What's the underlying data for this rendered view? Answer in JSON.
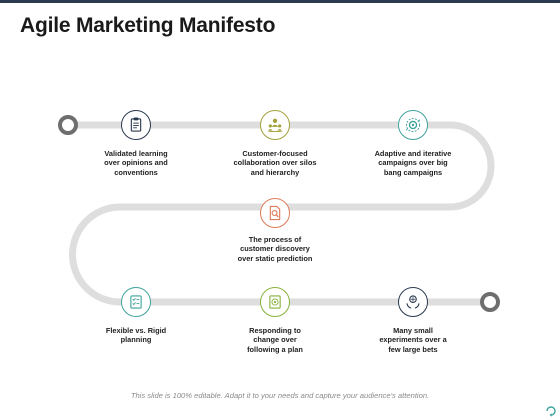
{
  "title": "Agile Marketing Manifesto",
  "colors": {
    "path": "#dedede",
    "endpoint": "#6e6e6e",
    "accent_navy": "#2a3a4f",
    "accent_olive": "#a3a03a",
    "accent_teal": "#3fa39d",
    "accent_coral": "#e07b5a",
    "accent_green": "#87b23a"
  },
  "steps": [
    {
      "icon": "clipboard-icon",
      "accent": "#2a3a4f",
      "lines": [
        "Validated learning",
        "over opinions and",
        "conventions"
      ]
    },
    {
      "icon": "team-icon",
      "accent": "#a3a03a",
      "lines": [
        "Customer-focused",
        "collaboration over silos",
        "and hierarchy"
      ]
    },
    {
      "icon": "gear-cycle-icon",
      "accent": "#3fa39d",
      "lines": [
        "Adaptive and iterative",
        "campaigns over big",
        "bang campaigns"
      ]
    },
    {
      "icon": "document-search-icon",
      "accent": "#e07b5a",
      "lines": [
        "The process  of",
        "customer discovery",
        "over static prediction"
      ]
    },
    {
      "icon": "checklist-icon",
      "accent": "#3fa39d",
      "lines": [
        "Flexible vs. Rigid",
        "planning"
      ]
    },
    {
      "icon": "target-doc-icon",
      "accent": "#87b23a",
      "lines": [
        "Responding to",
        "change over",
        "following a plan"
      ]
    },
    {
      "icon": "experiments-icon",
      "accent": "#2a3a4f",
      "lines": [
        "Many small",
        "experiments over a",
        "few large bets"
      ]
    }
  ],
  "footer": "This slide is 100% editable. Adapt it to your needs and capture your audience's attention."
}
